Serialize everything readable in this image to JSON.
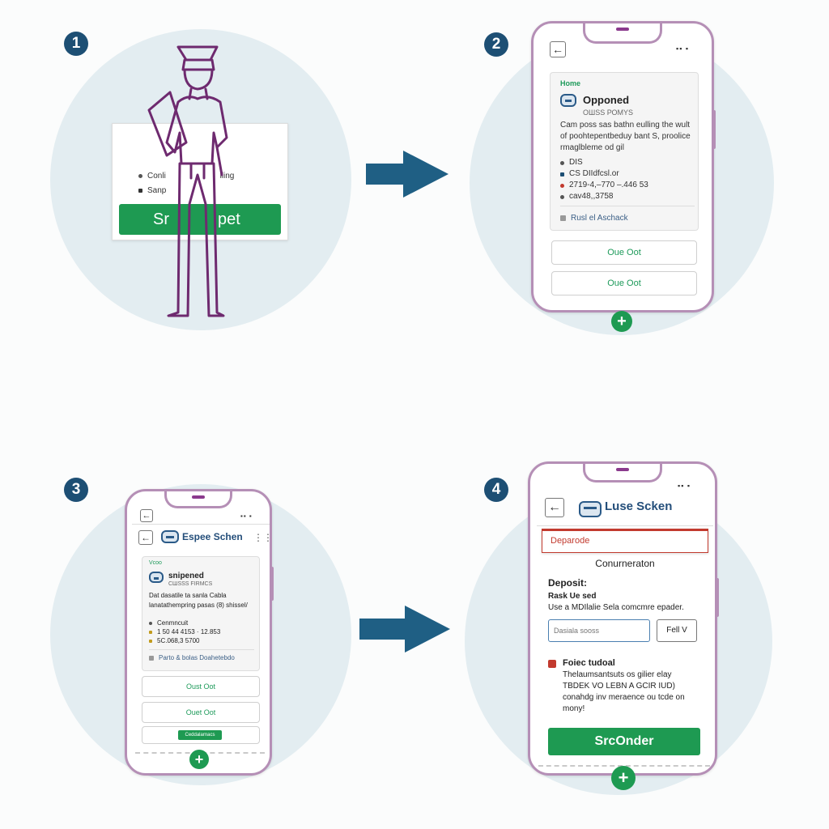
{
  "steps": [
    {
      "number": "1",
      "card": {
        "line1": "Conli",
        "line1b": "lling",
        "line2": "Sanp",
        "button_a": "Sr",
        "button_b": "pet"
      }
    },
    {
      "number": "2",
      "crumb": "Home",
      "title": "Opponed",
      "subtitle": "ОШSS РОМYS",
      "desc": "Cam poss sas bathn eulling the wult of poohtepentbeduy bant S, proolice rmaglbleme od gil",
      "list": [
        "DIS",
        "CS DIIdfcsl.or",
        "2719-4,–770 –.446 53",
        "cav48,,3758"
      ],
      "link": "Rusl el Aschack",
      "btn1": "Oue Oot",
      "btn2": "Oue Oot",
      "fab": "+"
    },
    {
      "number": "3",
      "brand": "Espee Schen",
      "crumb": "Vcoo",
      "title": "snipened",
      "subtitle": "CШSSS FIRMCS",
      "desc": "Dat dasatile ta sanla Cabla lanatathempring pasas (8) shissel/",
      "list": [
        "Cenmncuit",
        "1 50 44 4153 · 12.853",
        "5C.068,3 5700"
      ],
      "link": "Parto & bolas Doahetebdo",
      "btn1": "Oust Oot",
      "btn2": "Ouet Oot",
      "btn3": "Ceddalarnacs",
      "fab": "+"
    },
    {
      "number": "4",
      "brand": "Luse Scken",
      "alert": "Deparode",
      "heading": "Conurneraton",
      "deposit_label": "Deposit:",
      "deposit_sub": "Rask Ue sed",
      "deposit_desc": "Use a MDIlalie Sela comcmre epader.",
      "input_placeholder": "Dasiala sooss",
      "select_value": "Fell V",
      "notice_title": "Foiec tudoal",
      "notice_body": "Thelaumsantsuts os gilier elay TBDEK VO LEBN A GCIR IUD) conahdg inv meraence ou tcde on mony!",
      "submit": "SrcOnder",
      "fab": "+"
    }
  ],
  "colors": {
    "badge": "#1d4f74",
    "arrow": "#1f5f84",
    "green": "#1e9a52",
    "phone": "#b58fb6",
    "alert": "#c23a2e"
  }
}
